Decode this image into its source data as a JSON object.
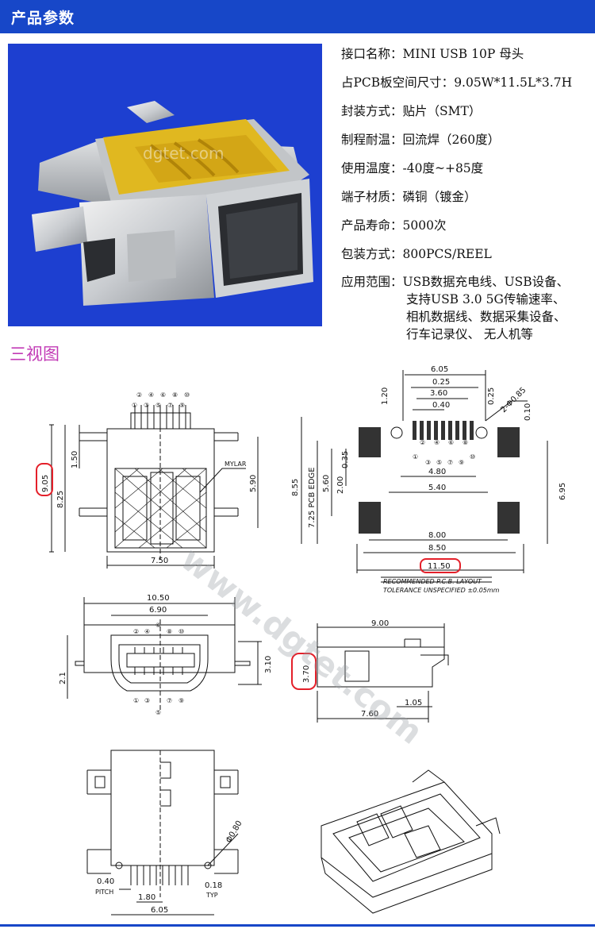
{
  "header": {
    "title": "产品参数"
  },
  "photo": {
    "watermark": "dgtet.com"
  },
  "specs": [
    {
      "label": "接口名称：",
      "value": "MINI USB 10P 母头"
    },
    {
      "label": "占PCB板空间尺寸：",
      "value": "9.05W*11.5L*3.7H"
    },
    {
      "label": "封装方式：",
      "value": "贴片（SMT）"
    },
    {
      "label": "制程耐温：",
      "value": "回流焊（260度）"
    },
    {
      "label": "使用温度：",
      "value": "-40度~+85度"
    },
    {
      "label": "端子材质：",
      "value": "磷铜（镀金）"
    },
    {
      "label": "产品寿命：",
      "value": "5000次"
    },
    {
      "label": "包装方式：",
      "value": "800PCS/REEL"
    }
  ],
  "applications": {
    "label": "应用范围：",
    "lines": [
      "USB数据充电线、USB设备、",
      "支持USB 3.0 5G传输速率、",
      "相机数据线、数据采集设备、",
      "行车记录仪、 无人机等"
    ]
  },
  "section": {
    "title": "三视图"
  },
  "drawing": {
    "watermark": "www.dgtet.com",
    "front_top": {
      "dims": [
        "9.05",
        "8.25",
        "1.50",
        "5.90",
        "7.50"
      ],
      "label_mylar": "MYLAR",
      "pins_top": [
        "②",
        "④",
        "⑥",
        "⑧",
        "⑩"
      ],
      "pins_bottom": [
        "①",
        "③",
        "⑤",
        "⑦",
        "⑨"
      ]
    },
    "pcb": {
      "dims": [
        "6.05",
        "0.25",
        "3.60",
        "0.40",
        "1.20",
        "0.25",
        "2-Φ0.85",
        "0.10",
        "8.55",
        "7.25 PCB EDGE",
        "5.60",
        "2.00",
        "0.35",
        "4.80",
        "5.40",
        "6.95",
        "8.00",
        "8.50",
        "11.50"
      ],
      "pins": [
        "②",
        "④",
        "⑥",
        "⑧",
        "⑩"
      ],
      "pins_b": [
        "①",
        "③",
        "⑤",
        "⑦",
        "⑨"
      ],
      "note1": "RECOMMENDED   P.C.B.  LAYOUT",
      "note2": "TOLERANCE  UNSPECIFIED  ±0.05mm"
    },
    "front": {
      "dims": [
        "10.50",
        "6.90",
        "2.1",
        "3.10"
      ],
      "pins_top": [
        "②",
        "④",
        "⑥",
        "⑧",
        "⑩"
      ],
      "pins_bottom": [
        "①",
        "③",
        "⑤",
        "⑦",
        "⑨"
      ]
    },
    "side": {
      "dims": [
        "9.00",
        "3.70",
        "1.05",
        "7.60"
      ]
    },
    "bottom": {
      "dims": [
        "0.40",
        "PITCH",
        "1.80",
        "6.05",
        "Φ0.80",
        "0.18",
        "TYP"
      ]
    }
  },
  "colors": {
    "header": "#1747c8",
    "section_title": "#c23bb6",
    "highlight": "#e4202a",
    "photo_bg": "#1d3fd0",
    "gold": "#e0b820"
  }
}
